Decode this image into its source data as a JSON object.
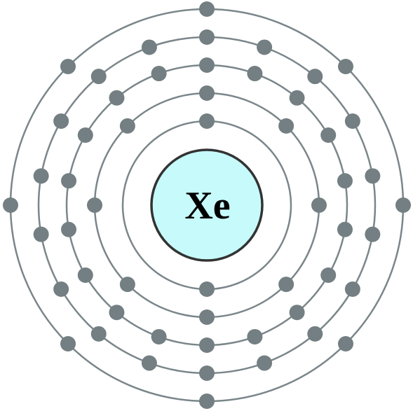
{
  "diagram": {
    "element_symbol": "Xe",
    "electron_shells": [
      2,
      8,
      18,
      18,
      8
    ],
    "colors": {
      "nucleus_fill": "#c7fbfb",
      "nucleus_stroke": "#333333",
      "orbit_stroke": "#7a868a",
      "electron_fill": "#737f82",
      "background": "#ffffff"
    }
  }
}
